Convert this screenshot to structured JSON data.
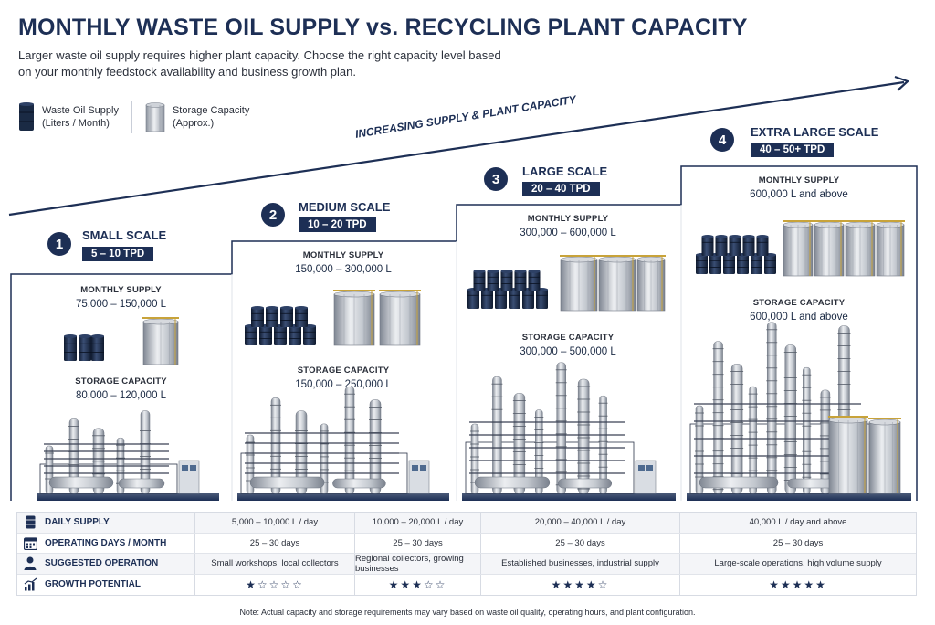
{
  "header": {
    "title": "MONTHLY WASTE OIL SUPPLY vs. RECYCLING PLANT CAPACITY",
    "subtitle": "Larger waste oil supply requires higher plant capacity. Choose the right capacity level based on your monthly feedstock availability and business growth plan."
  },
  "legend": {
    "supply": {
      "line1": "Waste Oil Supply",
      "line2": "(Liters / Month)"
    },
    "storage": {
      "line1": "Storage Capacity",
      "line2": "(Approx.)"
    }
  },
  "arrow_label": "INCREASING SUPPLY & PLANT CAPACITY",
  "labels": {
    "monthly_supply": "MONTHLY SUPPLY",
    "storage_capacity": "STORAGE CAPACITY"
  },
  "stages": [
    {
      "num": "1",
      "name": "SMALL SCALE",
      "tpd": "5 – 10 TPD",
      "supply": "75,000 – 150,000 L",
      "storage": "80,000 – 120,000 L"
    },
    {
      "num": "2",
      "name": "MEDIUM SCALE",
      "tpd": "10 – 20 TPD",
      "supply": "150,000 – 300,000 L",
      "storage": "150,000 – 250,000 L"
    },
    {
      "num": "3",
      "name": "LARGE SCALE",
      "tpd": "20 – 40 TPD",
      "supply": "300,000 – 600,000 L",
      "storage": "300,000 – 500,000 L"
    },
    {
      "num": "4",
      "name": "EXTRA LARGE SCALE",
      "tpd": "40 – 50+ TPD",
      "supply": "600,000 L and above",
      "storage": "600,000 L and above"
    }
  ],
  "table": {
    "rows": [
      {
        "label": "DAILY SUPPLY",
        "icon": "barrel-icon",
        "cells": [
          "5,000 – 10,000 L / day",
          "10,000 – 20,000 L / day",
          "20,000 – 40,000 L / day",
          "40,000 L / day and above"
        ]
      },
      {
        "label": "OPERATING DAYS / MONTH",
        "icon": "calendar-icon",
        "cells": [
          "25 – 30 days",
          "25 – 30 days",
          "25 – 30 days",
          "25 – 30 days"
        ]
      },
      {
        "label": "SUGGESTED OPERATION",
        "icon": "person-icon",
        "cells": [
          "Small workshops, local collectors",
          "Regional collectors, growing businesses",
          "Established businesses, industrial supply",
          "Large-scale operations, high volume supply"
        ]
      },
      {
        "label": "GROWTH POTENTIAL",
        "icon": "growth-chart-icon",
        "cells": [
          "★☆☆☆☆",
          "★★★☆☆",
          "★★★★☆",
          "★★★★★"
        ]
      }
    ]
  },
  "growth_potential_stars": [
    1,
    3,
    4,
    5
  ],
  "note": "Note: Actual capacity and storage requirements may vary based on waste oil quality, operating hours, and plant configuration.",
  "colors": {
    "navy": "#1d2f55",
    "steel": "#b9bfc8",
    "barrel": "#1a2a44"
  }
}
